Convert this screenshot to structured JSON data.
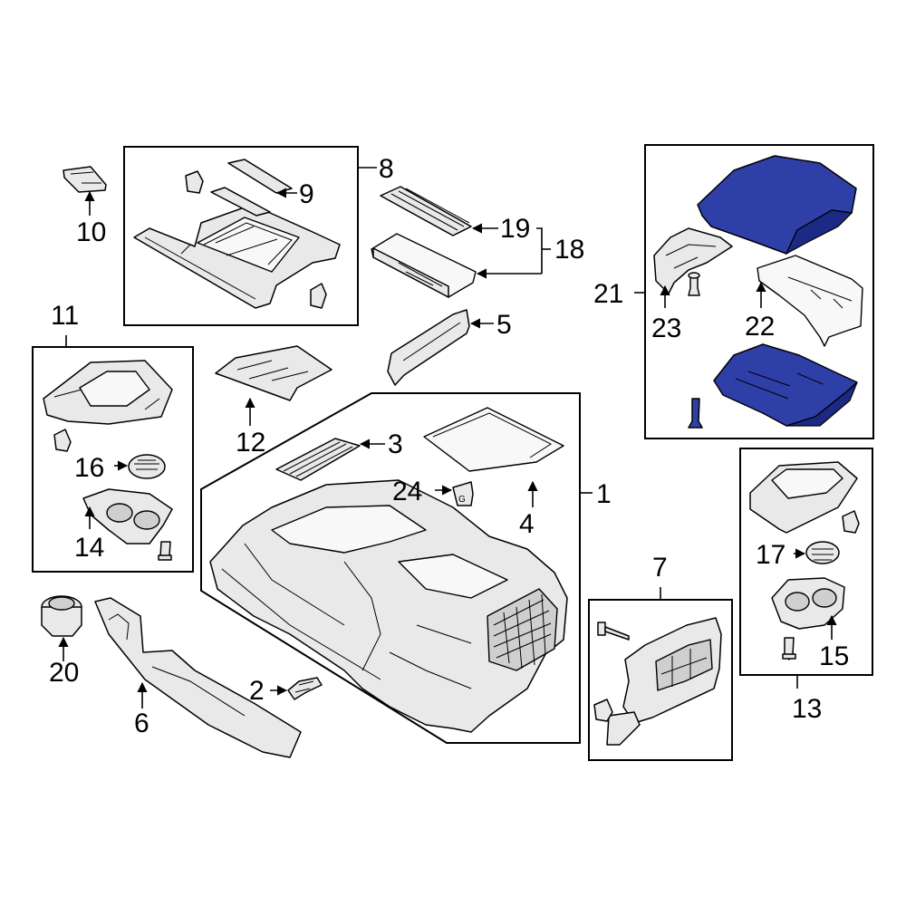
{
  "highlight_color": "#2f3fa8",
  "highlight_dark": "#1c2a86",
  "callouts": {
    "c1": "1",
    "c2": "2",
    "c3": "3",
    "c4": "4",
    "c5": "5",
    "c6": "6",
    "c7": "7",
    "c8": "8",
    "c9": "9",
    "c10": "10",
    "c11": "11",
    "c12": "12",
    "c13": "13",
    "c14": "14",
    "c15": "15",
    "c16": "16",
    "c17": "17",
    "c18": "18",
    "c19": "19",
    "c20": "20",
    "c21": "21",
    "c22": "22",
    "c23": "23",
    "c24": "24"
  }
}
